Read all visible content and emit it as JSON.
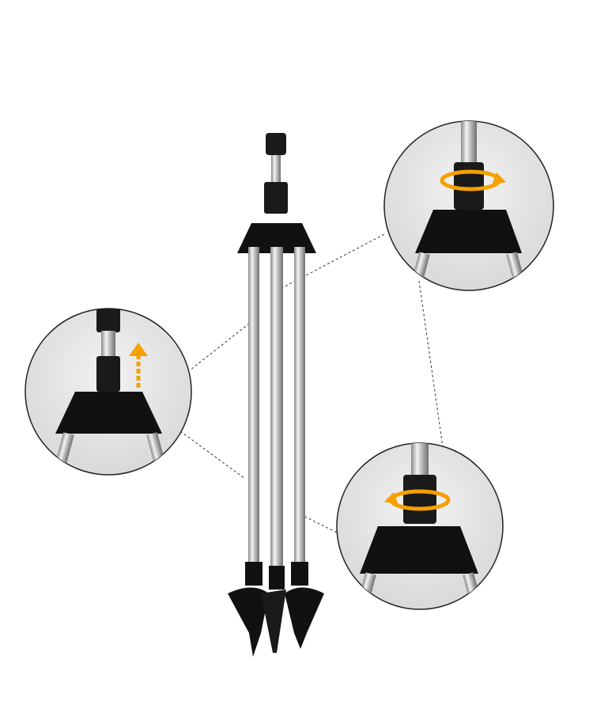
{
  "product": {
    "name": "tripod-sprinkler-stand"
  },
  "colors": {
    "background": "#ffffff",
    "metal": "#c8c8c8",
    "plastic": "#1a1a1a",
    "accent_arrow": "#f5a000",
    "detail_circle_bg": "#e6e6e6"
  },
  "details": [
    {
      "id": "extend",
      "icon": "arrow-up-icon"
    },
    {
      "id": "rotate-top",
      "icon": "rotate-arrow-icon"
    },
    {
      "id": "rotate-bottom",
      "icon": "rotate-arrow-icon"
    }
  ]
}
